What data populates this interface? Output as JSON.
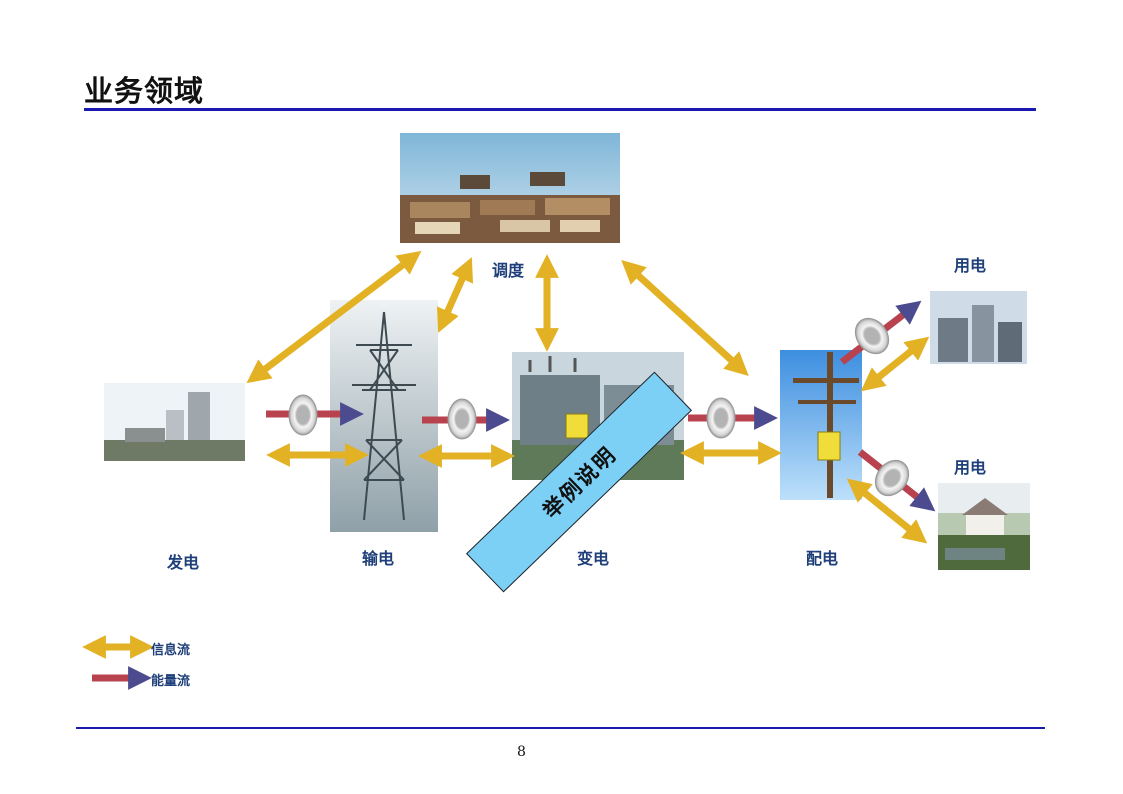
{
  "page": {
    "title": "业务领域",
    "page_number": "8"
  },
  "nodes": {
    "dispatch": "调度",
    "generation": "发电",
    "transmission": "输电",
    "substation": "变电",
    "distribution": "配电",
    "consumption_1": "用电",
    "consumption_2": "用电"
  },
  "callout": "举例说明",
  "legend": {
    "info_flow": "信息流",
    "energy_flow": "能量流"
  },
  "colors": {
    "info_arrow": "#e3b224",
    "energy_arrow_tail": "#b8434f",
    "energy_arrow_head": "#4d4b8f",
    "rule": "#1a1ab0",
    "callout_fill": "#7cd0f6",
    "label_text": "#1f3f7a"
  }
}
